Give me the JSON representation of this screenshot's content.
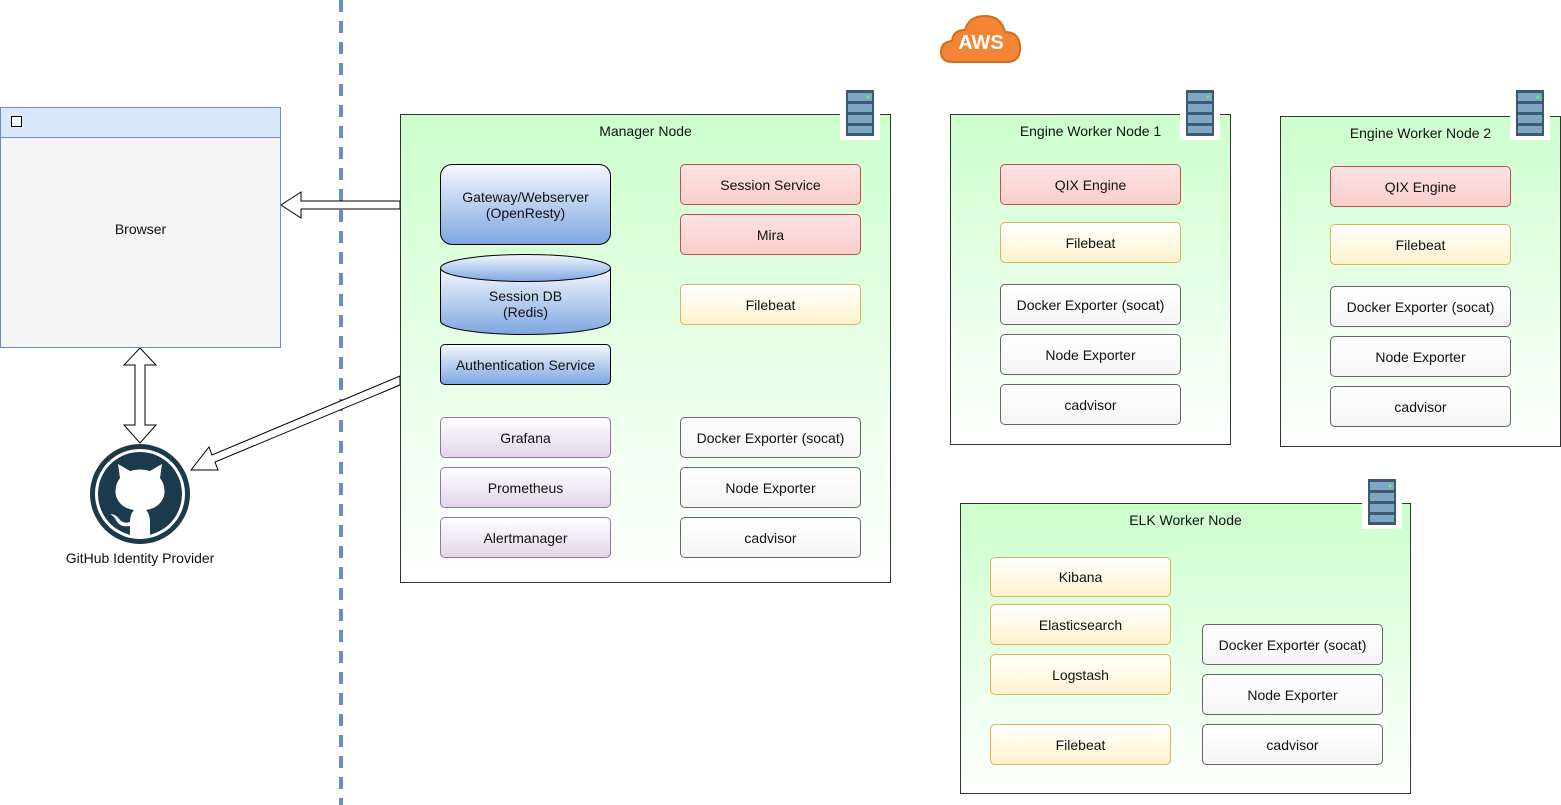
{
  "browser": {
    "label": "Browser"
  },
  "github": {
    "label": "GitHub Identity Provider"
  },
  "aws": {
    "label": "AWS"
  },
  "colors": {
    "divider": "#6c8ebf",
    "node_fill": "#ccffcc",
    "red_fill": "#f8cecc",
    "yellow_fill": "#fff2cc",
    "gray_fill": "#f5f5f5",
    "purple_fill": "#e1d5e7",
    "blue_fill": "#7ea6e0",
    "aws_orange": "#f58536"
  },
  "manager": {
    "title": "Manager Node",
    "gateway": "Gateway/Webserver\n(OpenResty)",
    "session_db": "Session DB\n(Redis)",
    "auth": "Authentication Service",
    "session_service": "Session Service",
    "mira": "Mira",
    "filebeat": "Filebeat",
    "grafana": "Grafana",
    "prometheus": "Prometheus",
    "alertmanager": "Alertmanager",
    "docker_exporter": "Docker Exporter (socat)",
    "node_exporter": "Node Exporter",
    "cadvisor": "cadvisor"
  },
  "engine1": {
    "title": "Engine Worker Node 1",
    "qix": "QIX Engine",
    "filebeat": "Filebeat",
    "docker_exporter": "Docker Exporter (socat)",
    "node_exporter": "Node Exporter",
    "cadvisor": "cadvisor"
  },
  "engine2": {
    "title": "Engine Worker Node 2",
    "qix": "QIX Engine",
    "filebeat": "Filebeat",
    "docker_exporter": "Docker Exporter (socat)",
    "node_exporter": "Node Exporter",
    "cadvisor": "cadvisor"
  },
  "elk": {
    "title": "ELK Worker Node",
    "kibana": "Kibana",
    "elasticsearch": "Elasticsearch",
    "logstash": "Logstash",
    "filebeat": "Filebeat",
    "docker_exporter": "Docker Exporter (socat)",
    "node_exporter": "Node Exporter",
    "cadvisor": "cadvisor"
  },
  "icons": {
    "server": "server-rack-icon",
    "github": "github-octocat-icon",
    "aws": "aws-cloud-icon",
    "window": "window-checkbox-icon"
  }
}
